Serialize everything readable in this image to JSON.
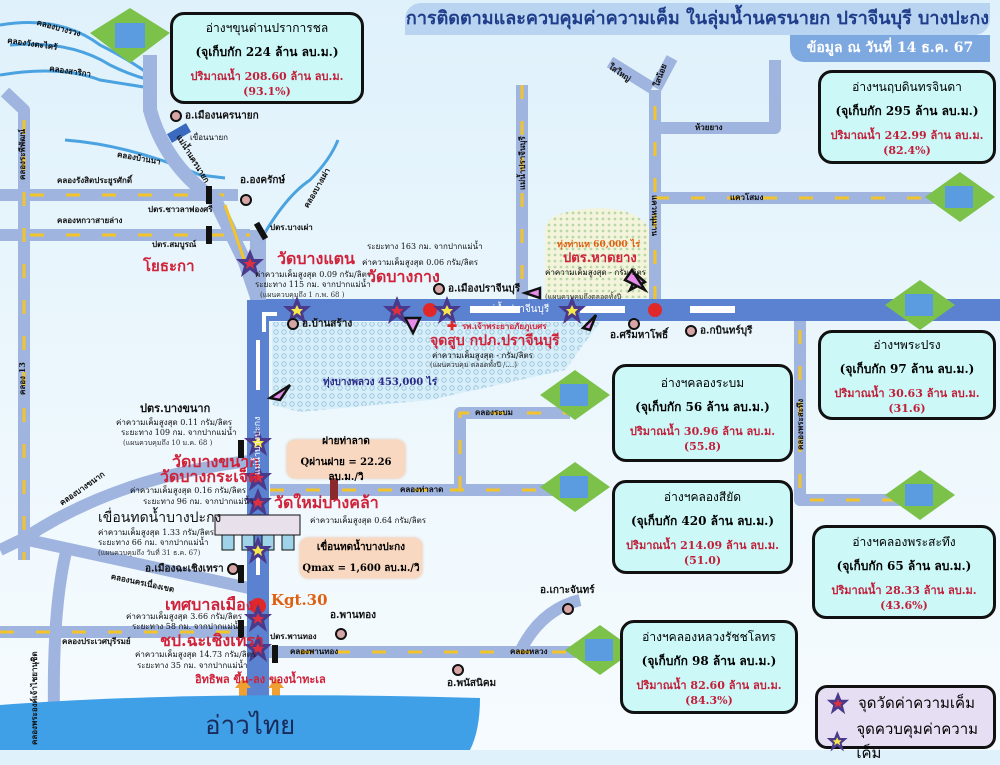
{
  "header": {
    "title": "การติดตามและควบคุมค่าความเค็ม ในลุ่มน้ำนครนายก ปราจีนบุรี บางปะกง",
    "date": "ข้อมูล ณ วันที่ 14 ธ.ค. 67"
  },
  "reservoirs": [
    {
      "name": "อ่างฯขุนด่านปราการชล",
      "capacity": "(จุเก็บกัก 224 ล้าน ลบ.ม.)",
      "volume": "ปริมาณน้ำ 208.60 ล้าน ลบ.ม.(93.1%)"
    },
    {
      "name": "อ่างฯนฤบดินทรจินดา",
      "capacity": "(จุเก็บกัก 295 ล้าน ลบ.ม.)",
      "volume": "ปริมาณน้ำ 242.99 ล้าน ลบ.ม.(82.4%)"
    },
    {
      "name": "อ่างฯพระปรง",
      "capacity": "(จุเก็บกัก 97 ล้าน ลบ.ม.)",
      "volume": "ปริมาณน้ำ 30.63 ล้าน ลบ.ม.(31.6)"
    },
    {
      "name": "อ่างฯคลองระบม",
      "capacity": "(จุเก็บกัก 56 ล้าน ลบ.ม.)",
      "volume": "ปริมาณน้ำ 30.96 ล้าน ลบ.ม.(55.8)"
    },
    {
      "name": "อ่างฯคลองสียัด",
      "capacity": "(จุเก็บกัก 420 ล้าน ลบ.ม.)",
      "volume": "ปริมาณน้ำ 214.09 ล้าน ลบ.ม.(51.0)"
    },
    {
      "name": "อ่างฯคลองพระสะทึง",
      "capacity": "(จุเก็บกัก 65 ล้าน ลบ.ม.)",
      "volume": "ปริมาณน้ำ 28.33 ล้าน ลบ.ม.(43.6%)"
    },
    {
      "name": "อ่างฯคลองหลวงรัชชโลทร",
      "capacity": "(จุเก็บกัก 98 ล้าน ลบ.ม.)",
      "volume": "ปริมาณน้ำ 82.60 ล้าน ลบ.ม.(84.3%)"
    }
  ],
  "stations": {
    "bang_taen": {
      "name": "วัดบางแตน",
      "salinity": "ค่าความเค็มสูงสุด 0.09 กรัม/ลิตร",
      "distance": "ระยะทาง 115 กม. จากปากแม่น้ำ",
      "plan": "(แผนควบคุมถึง 1 ก.พ. 68 )"
    },
    "bang_kang": {
      "name": "วัดบางกาง",
      "distance": "ระยะทาง 163 กม. จากปากแม่น้ำ",
      "salinity": "ค่าความเค็มสูงสุด 0.06 กรัม/ลิตร"
    },
    "hat_yang": {
      "field": "ทุ่งท่าแห 60,000 ไร่",
      "name": "ปตร.หาดยาง",
      "salinity": "ค่าความเค็มสูงสุด - กรัม/ลิตร",
      "plan": "(แผนควบคุมถึงตลอดทั้งปี"
    },
    "hospital": "รพ.เจ้าพระยาอภัยภูเบศร",
    "pwa_prachin": {
      "name": "จุดสูบ กปภ.ปราจีนบุรี",
      "salinity": "ค่าความเค็มสูงสุด - กรัม/ลิตร",
      "plan": "(แผนควบคุม ตลอดทั้งปี /....)"
    },
    "bang_phluang_field": "ทุ่งบางพลวง 453,000 ไร่",
    "bang_khanak_gate": {
      "name": "ปตร.บางขนาก",
      "salinity": "ค่าความเค็มสูงสุด 0.11 กรัม/ลิตร",
      "distance": "ระยะทาง 109 กม. จากปากแม่น้ำ",
      "plan": "(แผนควบคุมถึง 10 ม.ค. 68 )"
    },
    "wat_bang_khanak": "วัดบางขนาก",
    "bang_krachet": {
      "name": "วัดบางกระเจ็ด",
      "salinity": "ค่าความเค็มสูงสุด 0.16 กรัม/ลิตร",
      "distance": "ระยะทาง 96 กม. จากปากแม่น้ำ"
    },
    "mai_bang_khla": {
      "name": "วัดใหม่บางคล้า",
      "salinity": "ค่าความเค็มสูงสุด 0.64 กรัม/ลิตร"
    },
    "bang_pakong_dam": {
      "name": "เขื่อนทดน้ำบางปะกง",
      "salinity": "ค่าความเค็มสูงสุด 1.33 กรัม/ลิตร",
      "distance": "ระยะทาง 66 กม. จากปากแม่น้ำ",
      "plan": "(แผนควบคุมถึง วันที่ 31 ธ.ค. 67)"
    },
    "municipality": {
      "name": "เทศบาลเมือง",
      "salinity": "ค่าความเค็มสูงสุด 3.66 กรัม/ลิตร",
      "distance": "ระยะทาง 58 กม. จากปากแม่น้ำ"
    },
    "chachoengsao_rid": {
      "name": "ชป.ฉะเชิงเทรา",
      "salinity": "ค่าความเค็มสูงสุด 14.73 กรัม/ลิตร",
      "distance": "ระยะทาง 35 กม. จากปากแม่น้ำ"
    },
    "kgt30": "Kgt.30",
    "tide": "อิทธิพล ขึ้น-ลง ของน้ำทะเล"
  },
  "info_boxes": {
    "tha_lat_weir": {
      "title": "ฝายท่าลาด",
      "flow": "Qผ่านฝาย =  22.26 ลบ.ม./วิ"
    },
    "dam_qmax": {
      "title": "เขื่อนทดน้ำบางปะกง",
      "flow": "Qmax = 1,600 ลบ.ม./วิ"
    }
  },
  "districts": [
    "อ.เมืองนครนายก",
    "อ.องครักษ์",
    "อ.บ้านสร้าง",
    "อ.เมืองปราจีนบุรี",
    "อ.ศรีมหาโพธิ์",
    "อ.กบินทร์บุรี",
    "อ.เมืองฉะเชิงเทรา",
    "อ.พานทอง",
    "อ.พนัสนิคม",
    "อ.เกาะจันทร์"
  ],
  "gates": [
    "เขื่อนนายก",
    "ปตร.ชาวลาพ่องศรี",
    "ปตร.สมบูรณ์",
    "ปตร.บางเผ่า",
    "ปตร.พานทอง",
    "โยธะกา"
  ],
  "waterways": {
    "bang_ruang": "คลองบางรวง",
    "wang_takhrai": "คลองวังตะไคร้",
    "sarika": "คลองสาริกา",
    "ban_na": "คลองบ้านนา",
    "rangsit": "คลองรังสิตประยูรศักดิ์",
    "hok_wa": "คลองหกวาสายล่าง",
    "raphiphat": "คลองระพีพัฒน์",
    "bang_phao": "คลองบางเผ่า",
    "khlong13": "คลอง 13",
    "bang_khanak": "คลองบางขนาก",
    "nakhon_nueang_khet": "คลองนครเนื่องเขต",
    "prawet": "คลองประเวศบุรีรมย์",
    "chaiyanuchit": "คลองพระองค์เจ้าไชยานุชิต",
    "phan_thong": "คลองพานทอง",
    "luang": "คลองหลวง",
    "tha_lat": "คลองท่าลาด",
    "rabom": "คลองระบม",
    "phra_sathueng": "คลองพระสะทึง",
    "huai_yang": "ห้วยยาง",
    "khwae_samong": "แควโสมง",
    "khwae_hanuman": "แควหนุมาน",
    "sai_yai": "ใสใหญ่",
    "sai_noi": "ใสน้อย",
    "prachin_old": "แม่น้ำปราจีนบุรี",
    "nakhon_nayok_river": "แม่น้ำนครนายก",
    "prachinburi_river": "แม่น้ำปราจีนบุรี",
    "bang_pakong_river": "แม่น้ำบางปะกง"
  },
  "gulf": "อ่าวไทย",
  "legend": {
    "measure": "จุดวัดค่าความเค็ม",
    "control": "จุดควบคุมค่าความเค็ม"
  },
  "colors": {
    "river": "#5b82d0",
    "canal": "#9fb4de",
    "reservoir_box": "#ccf8f8",
    "station_text": "#d0233a",
    "star": "#4a3a8c",
    "title_text": "#1f3d8a"
  }
}
